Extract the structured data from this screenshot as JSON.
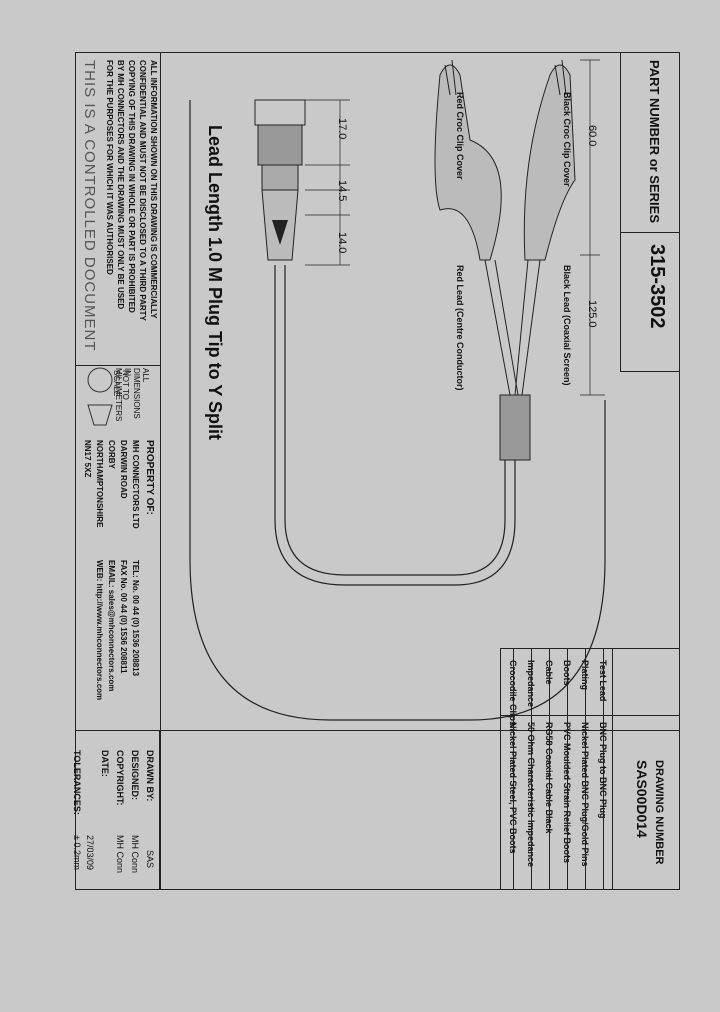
{
  "part_box": {
    "label": "PART NUMBER or SERIES",
    "part_number": "315-3502"
  },
  "drawing_number": {
    "label": "DRAWING NUMBER",
    "value": "SAS00D014"
  },
  "spec_table": [
    {
      "key": "Test Lead",
      "value": "BNC Plug to BNC Plug"
    },
    {
      "key": "Plating",
      "value": "Nickel Plated BNC Plug/Gold Pins"
    },
    {
      "key": "Boots",
      "value": "PVC Moulded Strain Relief Boots"
    },
    {
      "key": "Cable",
      "value": "RG58 Coaxial Cable Black"
    },
    {
      "key": "Impedance",
      "value": "50 Ohm Characteristic Impedance"
    },
    {
      "key": "Crocodile Clips",
      "value": "Nickel Plated Steel, PVC Boots"
    }
  ],
  "drawn_block": {
    "drawn_by_label": "DRAWN BY:",
    "drawn_by": "SAS",
    "designed_label": "DESIGNED:",
    "designed": "MH Conn",
    "copyright_label": "COPYRIGHT:",
    "copyright": "MH Conn",
    "date_label": "DATE:",
    "date": "27/03/09",
    "tolerances_label": "TOLERANCES:",
    "tolerances": "± 0.2mm"
  },
  "property": {
    "title": "PROPERTY OF:",
    "lines": [
      "MH CONNECTORS LTD",
      "DARWIN ROAD",
      "CORBY",
      "NORTHAMPTONSHIRE",
      "NN17 5XZ"
    ],
    "contact": [
      "TEL: No. 00 44 (0) 1536 208813",
      "FAX No. 00 44 (0) 1536 208811",
      "EMAIL: sales@mhconnectors.com",
      "WEB: http://www.mhconnectors.com"
    ]
  },
  "dims_note": "ALL DIMENSIONS IN MILLIMETERS",
  "scale_note": "NOT TO SCALE",
  "confidential": [
    "ALL INFORMATION SHOWN ON THIS DRAWING IS COMMERCIALLY",
    "CONFIDENTIAL AND MUST NOT BE DISCLOSED TO A THIRD PARTY",
    "COPYING OF THIS DRAWING IN WHOLE OR PART IS PROHIBITED",
    "BY MH CONNECTORS AND THE DRAWING MUST ONLY BE USED",
    "FOR THE PURPOSES FOR WHICH IT WAS AUTHORISED"
  ],
  "controlled": "THIS IS A CONTROLLED DOCUMENT",
  "drawing": {
    "title": "Lead Length 1.0 M Plug Tip to Y Split",
    "dims": [
      "17.0",
      "14.5",
      "14.0",
      "60.0",
      "125.0"
    ],
    "labels": {
      "red_clip": "Red Croc Clip Cover",
      "black_clip": "Black Croc Clip Cover",
      "red_lead": "Red Lead (Centre Conductor)",
      "black_lead": "Black Lead (Coaxial Screen)"
    }
  }
}
